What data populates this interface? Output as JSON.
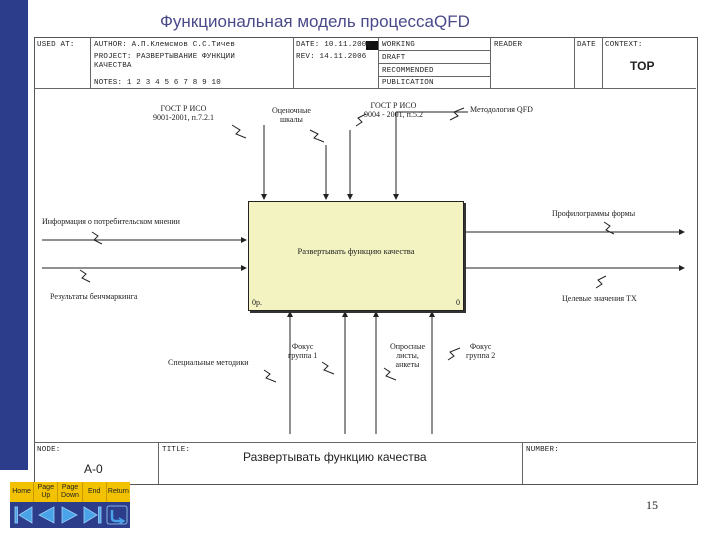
{
  "slide": {
    "title": "Функциональная модель процессаQFD",
    "page_number": "15"
  },
  "header": {
    "used_at": "USED AT:",
    "author": "AUTHOR:  А.П.Клемсмов  С.С.Тичев",
    "project": "PROJECT:  РАЗВЕРТЫВАНИЕ ФУНКЦИИ",
    "project2": "КАЧЕСТВА",
    "notes": "NOTES:  1  2  3  4  5  6  7  8  9  10",
    "date": "DATE:  10.11.2006",
    "rev": "REV:    14.11.2006",
    "working": "WORKING",
    "draft": "DRAFT",
    "recommended": "RECOMMENDED",
    "publication": "PUBLICATION",
    "reader": "READER",
    "date2": "DATE",
    "context": "CONTEXT:",
    "top": "TOP"
  },
  "diagram": {
    "activity": {
      "label": "Развертывать функцию качества",
      "number_left": "0р.",
      "number_right": "0"
    },
    "controls": [
      "ГОСТ Р ИСО\n9001-2001, п.7.2.1",
      "Оценочные\nшкалы",
      "ГОСТ Р ИСО\n9004 - 2001, п.5.2",
      "Методология QFD"
    ],
    "inputs": [
      "Информация о потребительском мнении",
      "Результаты бенчмаркинга"
    ],
    "outputs": [
      "Профилограммы формы",
      "Целевые значения ТХ"
    ],
    "mechanisms": [
      "Специальные методики",
      "Фокус\nгруппа 1",
      "Опросные\nлисты,\nанкеты",
      "Фокус\nгруппа 2"
    ]
  },
  "footer": {
    "node_label": "NODE:",
    "node": "A-0",
    "title_label": "TITLE:",
    "title": "Развертывать функцию качества",
    "number_label": "NUMBER:"
  },
  "nav": {
    "home": "Home",
    "page_up": "Page\nUp",
    "page_down": "Page\nDown",
    "end": "End",
    "return": "Return"
  }
}
